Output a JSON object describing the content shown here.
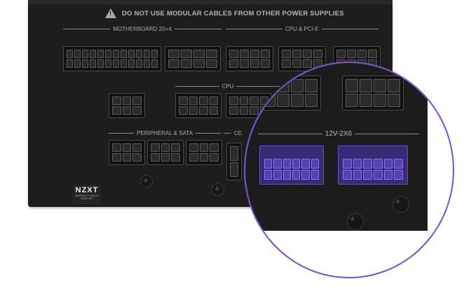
{
  "warning": {
    "icon": "warning-triangle-icon",
    "text": "DO NOT USE MODULAR CABLES FROM OTHER POWER SUPPLIES"
  },
  "groups": {
    "motherboard": "MOTHERBOARD 20+4",
    "cpu_pcie": "CPU & PCI-E",
    "cpu": "CPU",
    "peripheral": "PERIPHERAL & SATA",
    "pcie_partial": "CE"
  },
  "logo": {
    "brand": "NZXT",
    "warranty": "WARRANTY VOID IF REMOVED"
  },
  "magnifier": {
    "label": "12V-2X6",
    "accent": "#7a4fd9",
    "connector_color": "#5740b3"
  }
}
